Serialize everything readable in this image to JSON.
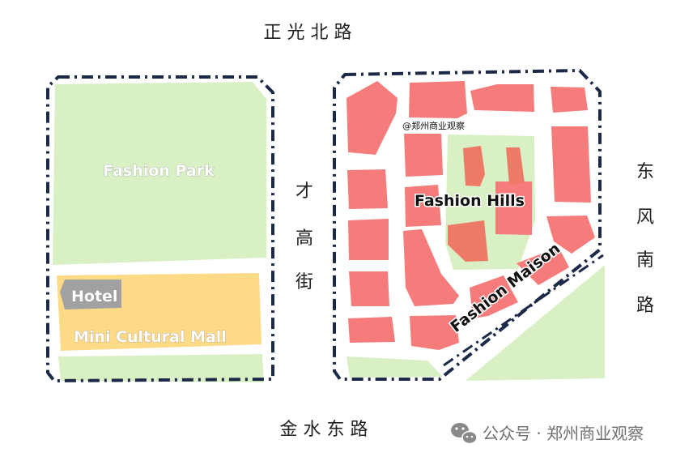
{
  "roads": {
    "north": "正 光 北 路",
    "south": "金 水 东 路",
    "middle": [
      "才",
      "高",
      "街"
    ],
    "east": [
      "东",
      "风",
      "南",
      "路"
    ]
  },
  "labels": {
    "fashion_park": "Fashion Park",
    "hotel": "Hotel",
    "mini_mall": "Mini Cultural Mall",
    "fashion_hills": "Fashion Hills",
    "fashion_maison": "Fashion Maison",
    "credit": "@郑州商业观察"
  },
  "watermark": {
    "text": "公众号 · 郑州商业观察",
    "icon": "wechat-icon"
  },
  "colors": {
    "green": "#d9efc4",
    "red": "#f67b7b",
    "yellow": "#fddb86",
    "gray": "#a1a1a1",
    "boundary": "#1c2a48"
  }
}
